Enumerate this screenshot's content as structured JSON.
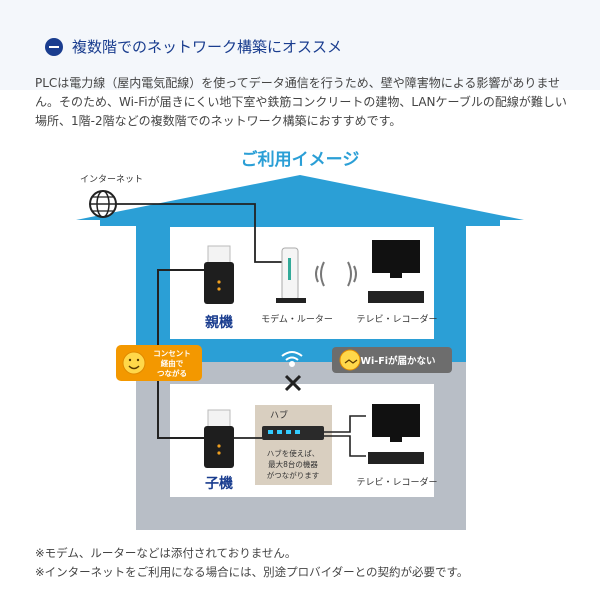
{
  "section": {
    "title": "複数階でのネットワーク構築にオススメ",
    "icon": "minus-circle-icon"
  },
  "description": "PLCは電力線（屋内電気配線）を使ってデータ通信を行うため、壁や障害物による影響がありません。そのため、Wi-Fiが届きにくい地下室や鉄筋コンクリートの建物、LANケーブルの配線が難しい場所、1階-2階などの複数階でのネットワーク構築におすすめです。",
  "illustration": {
    "title": "ご利用イメージ",
    "internet_label": "インターネット",
    "parent_label": "親機",
    "child_label": "子機",
    "modem_label": "モデム・ルーター",
    "tv_label_top": "テレビ・レコーダー",
    "tv_label_bottom": "テレビ・レコーダー",
    "outlet_badge": [
      "コンセント",
      "経由で",
      "つながる"
    ],
    "wifi_badge": "Wi-Fiが届かない",
    "hub_label": "ハブ",
    "hub_text": [
      "ハブを使えば、",
      "最大8台の機器",
      "がつながります"
    ],
    "colors": {
      "house": "#2b9fd6",
      "floor": "#b8bec6",
      "badge_orange": "#f39800",
      "badge_gray": "#6d6d6d",
      "accent_blue": "#1a3d8f"
    }
  },
  "notes": [
    "※モデム、ルーターなどは添付されておりません。",
    "※インターネットをご利用になる場合には、別途プロバイダーとの契約が必要です。"
  ]
}
